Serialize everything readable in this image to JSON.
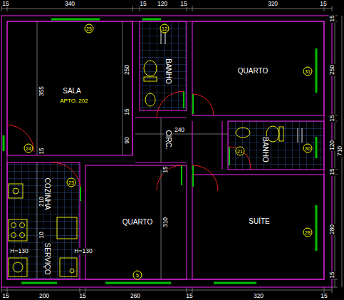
{
  "diagram": {
    "nodes": [
      {
        "text": [
          "SALA",
          "APTO. 202"
        ]
      },
      {
        "text": [
          "BANHO"
        ]
      },
      {
        "text": [
          "QUARTO"
        ]
      },
      {
        "text": [
          "CIRC."
        ]
      },
      {
        "text": [
          "BANHO"
        ]
      },
      {
        "text": [
          "COZINHA",
          "SERVIÇO"
        ]
      },
      {
        "text": [
          "QUARTO"
        ]
      },
      {
        "text": [
          "SUÍTE"
        ]
      }
    ],
    "labels": [
      "15",
      "340",
      "15",
      "120",
      "15",
      "320",
      "15",
      "15",
      "200",
      "15",
      "260",
      "15",
      "320",
      "15",
      "15",
      "250",
      "15",
      "120",
      "15",
      "280",
      "15",
      "710",
      "355",
      "250",
      "15",
      "90",
      "15",
      "240",
      "15",
      "310",
      "210",
      "10",
      "H=130",
      "H=130",
      "25",
      "12",
      "31",
      "24",
      "23",
      "21",
      "30",
      "28",
      "5"
    ]
  }
}
